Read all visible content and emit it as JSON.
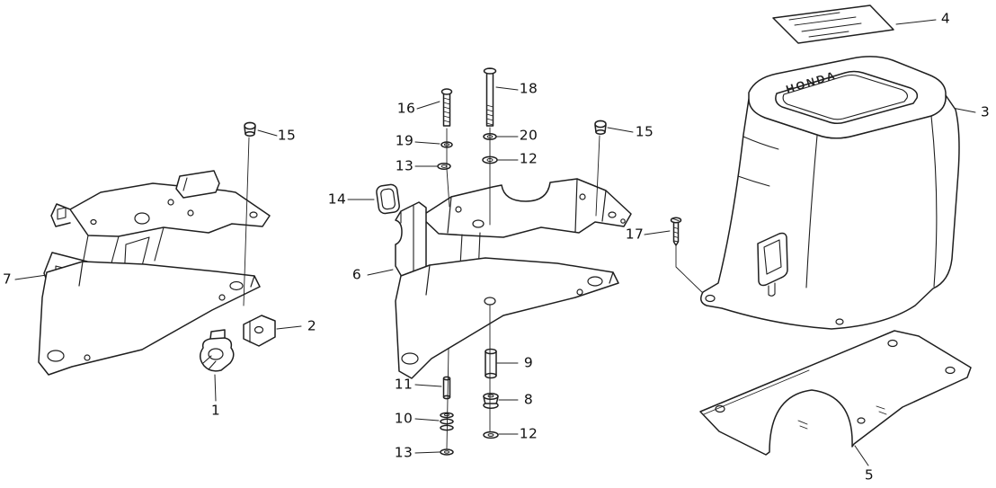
{
  "figure": {
    "bg_color": "#ffffff",
    "line_color": "#1f1f1f",
    "brand_label": "HONDA"
  },
  "callouts": {
    "n1": {
      "label": "1"
    },
    "n2": {
      "label": "2"
    },
    "n3": {
      "label": "3"
    },
    "n4": {
      "label": "4"
    },
    "n5": {
      "label": "5"
    },
    "n6": {
      "label": "6"
    },
    "n7": {
      "label": "7"
    },
    "n8": {
      "label": "8"
    },
    "n9": {
      "label": "9"
    },
    "n10": {
      "label": "10"
    },
    "n11": {
      "label": "11"
    },
    "n12a": {
      "label": "12"
    },
    "n12b": {
      "label": "12"
    },
    "n13a": {
      "label": "13"
    },
    "n13b": {
      "label": "13"
    },
    "n14": {
      "label": "14"
    },
    "n15a": {
      "label": "15"
    },
    "n15b": {
      "label": "15"
    },
    "n16": {
      "label": "16"
    },
    "n17": {
      "label": "17"
    },
    "n18": {
      "label": "18"
    },
    "n19": {
      "label": "19"
    },
    "n20": {
      "label": "20"
    }
  }
}
